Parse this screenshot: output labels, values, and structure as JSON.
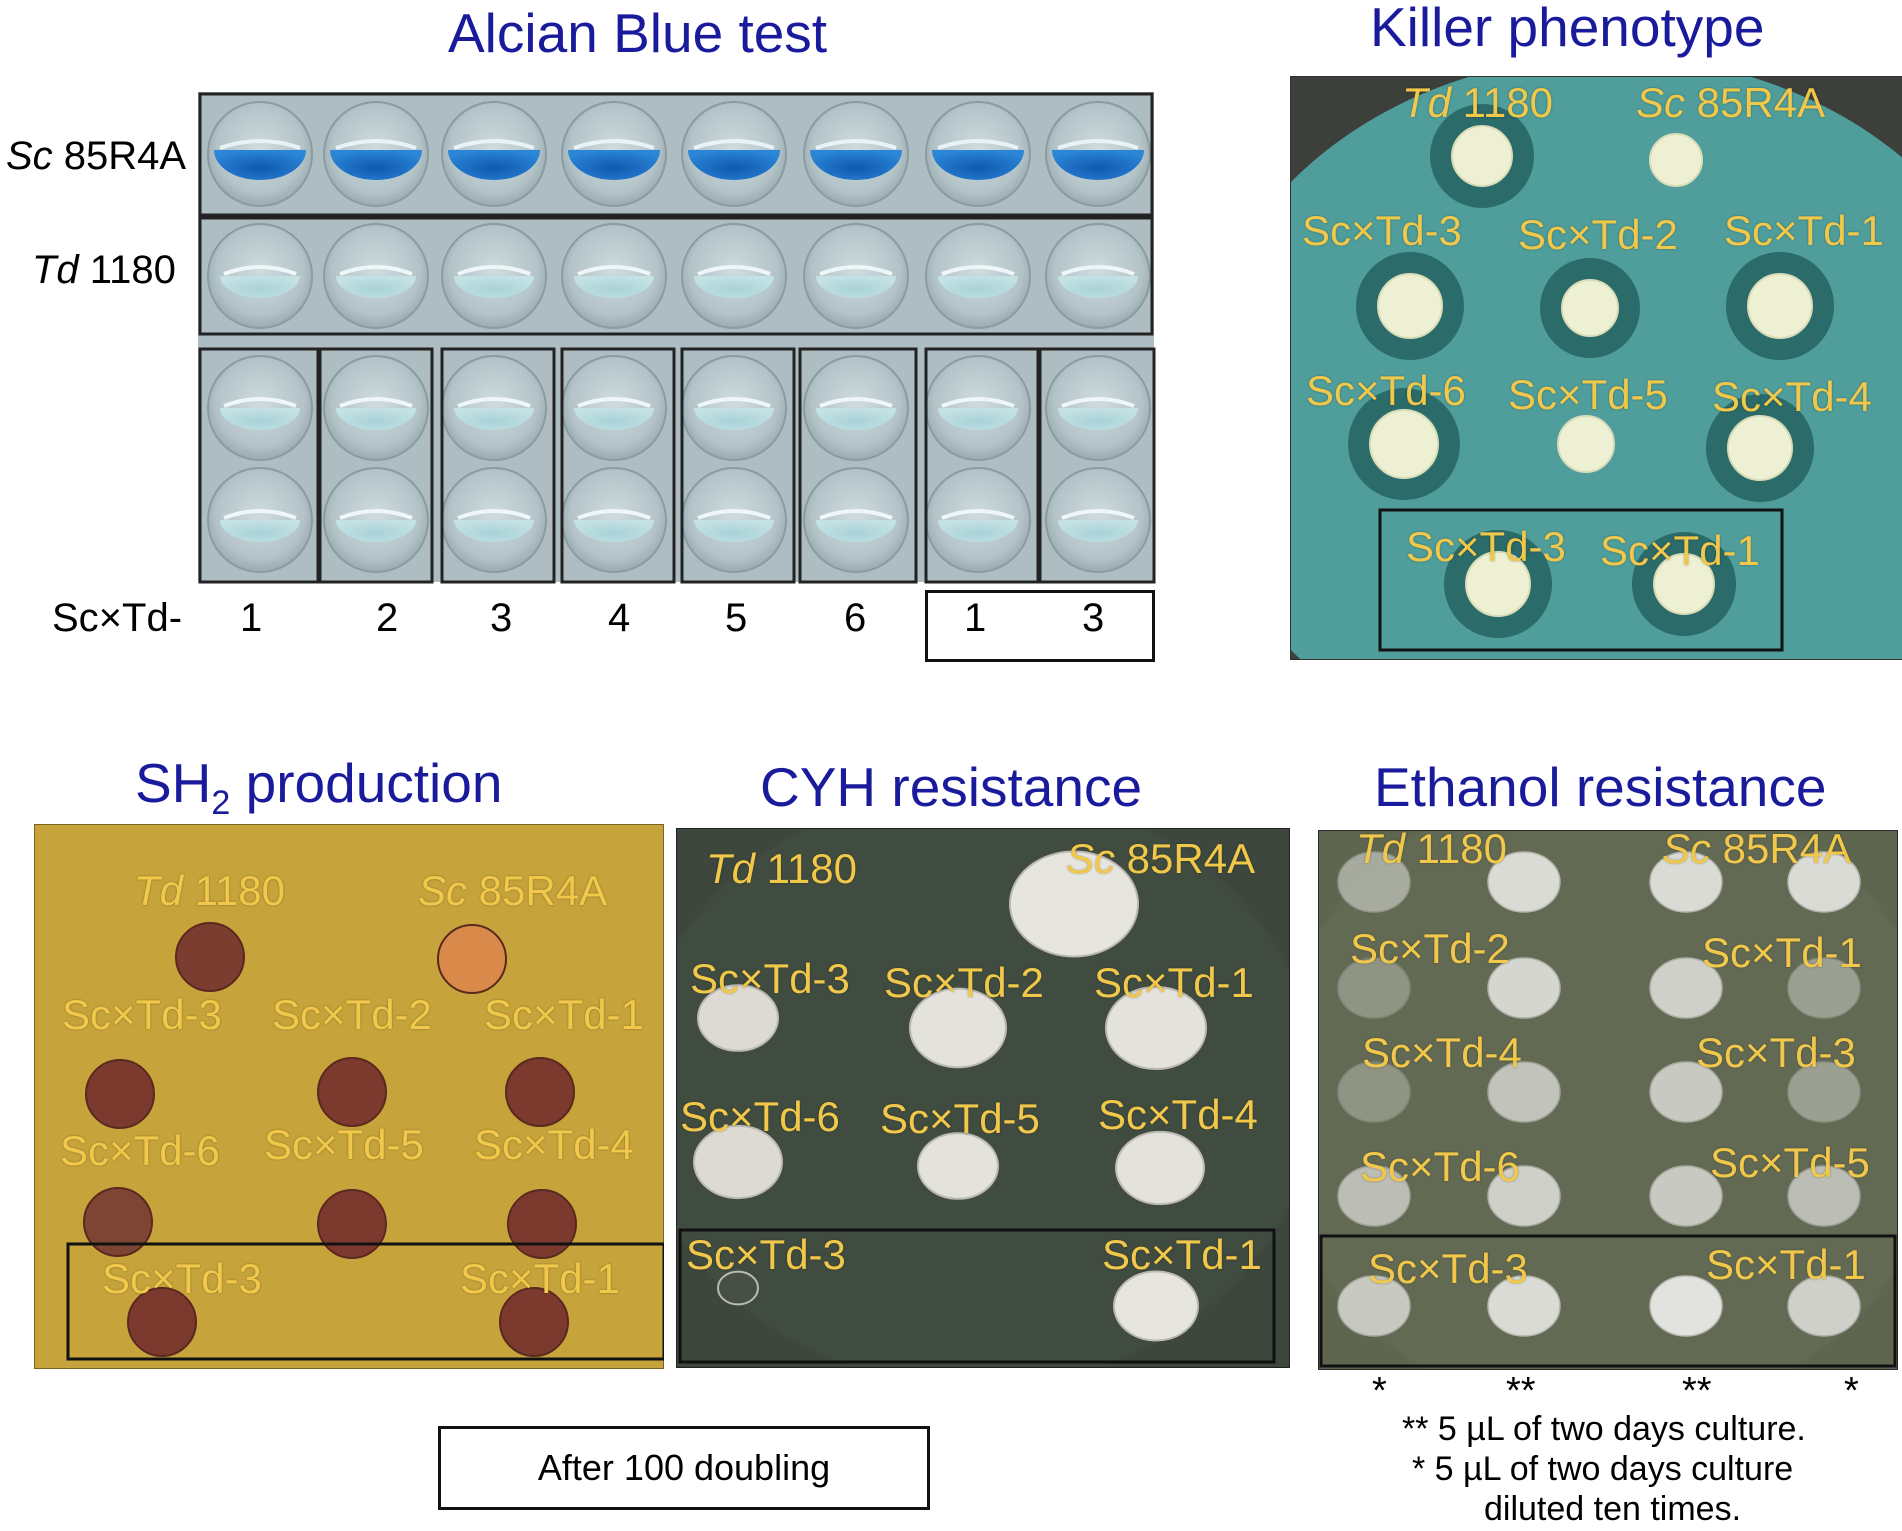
{
  "titles": {
    "alcian": "Alcian Blue test",
    "killer": "Killer phenotype",
    "sh2_prefix": "SH",
    "sh2_sub": "2",
    "sh2_suffix": " production",
    "cyh": "CYH resistance",
    "ethanol": "Ethanol resistance"
  },
  "alcian": {
    "row_labels": {
      "sc_italic": "Sc",
      "sc_rest": " 85R4A",
      "td_italic": "Td",
      "td_rest": " 1180"
    },
    "x_prefix": "Sc×Td-",
    "columns": [
      "1",
      "2",
      "3",
      "4",
      "5",
      "6",
      "1",
      "3"
    ]
  },
  "killer": {
    "labels": {
      "td_italic": "Td",
      "td_rest": " 1180",
      "sc_italic": "Sc",
      "sc_rest": " 85R4A",
      "r1": [
        "Sc×Td-3",
        "Sc×Td-2",
        "Sc×Td-1"
      ],
      "r2": [
        "Sc×Td-6",
        "Sc×Td-5",
        "Sc×Td-4"
      ],
      "boxed": [
        "Sc×Td-3",
        "Sc×Td-1"
      ]
    }
  },
  "sh2": {
    "labels": {
      "td_italic": "Td",
      "td_rest": " 1180",
      "sc_italic": "Sc",
      "sc_rest": " 85R4A",
      "r1": [
        "Sc×Td-3",
        "Sc×Td-2",
        "Sc×Td-1"
      ],
      "r2": [
        "Sc×Td-6",
        "Sc×Td-5",
        "Sc×Td-4"
      ],
      "boxed": [
        "Sc×Td-3",
        "Sc×Td-1"
      ]
    }
  },
  "cyh": {
    "labels": {
      "td_italic": "Td",
      "td_rest": " 1180",
      "sc_italic": "Sc",
      "sc_rest": " 85R4A",
      "r1": [
        "Sc×Td-3",
        "Sc×Td-2",
        "Sc×Td-1"
      ],
      "r2": [
        "Sc×Td-6",
        "Sc×Td-5",
        "Sc×Td-4"
      ],
      "boxed": [
        "Sc×Td-3",
        "Sc×Td-1"
      ]
    }
  },
  "ethanol": {
    "labels": {
      "td_italic": "Td",
      "td_rest": " 1180",
      "sc_italic": "Sc",
      "sc_rest": " 85R4A",
      "left": [
        "Sc×Td-2",
        "Sc×Td-4",
        "Sc×Td-6",
        "Sc×Td-3"
      ],
      "right": [
        "Sc×Td-1",
        "Sc×Td-3",
        "Sc×Td-5",
        "Sc×Td-1"
      ]
    },
    "asterisks": [
      "*",
      "**",
      "**",
      "*"
    ],
    "note1": "** 5 µL of two days culture.",
    "note2": "* 5 µL of two days culture",
    "note3": "diluted ten times."
  },
  "legend_box": "After 100 doubling",
  "colors": {
    "title_blue": "#1a1a9c",
    "label_yellow": "#f1c84a",
    "alcian_well": "#b9c8cc",
    "alcian_blue": "#1e6fc0",
    "killer_agar": "#4e9b98",
    "sh2_agar": "#c9a63a",
    "sh2_colony": "#7c3a2e",
    "cyh_agar": "#3f4a3f",
    "ethanol_agar": "#5f6650"
  }
}
